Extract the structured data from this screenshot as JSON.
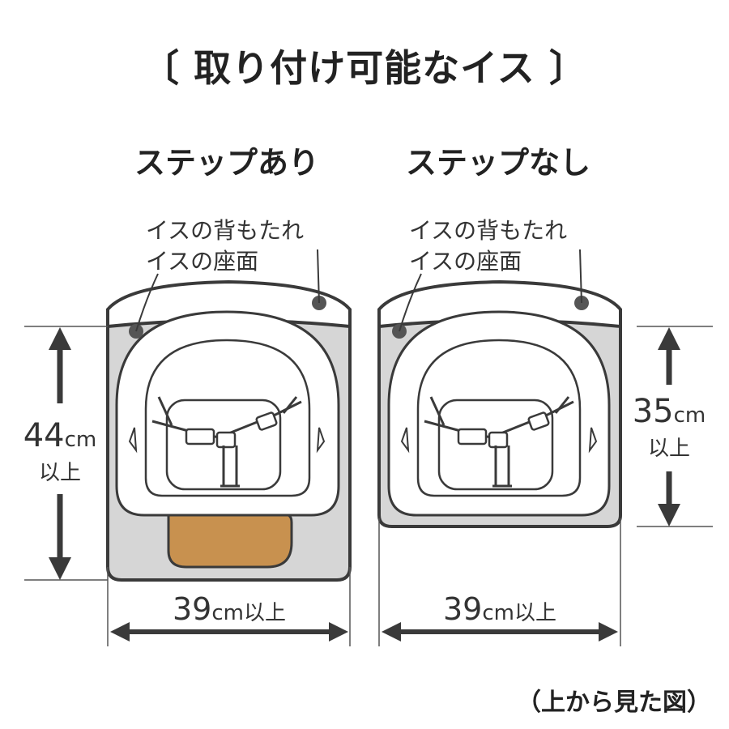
{
  "title": "〔 取り付け可能なイス 〕",
  "left": {
    "subtitle": "ステップあり",
    "callout_backrest": "イスの背もたれ",
    "callout_seat": "イスの座面",
    "depth_value": "44",
    "depth_unit": "cm",
    "depth_suffix": "以上",
    "width_value": "39",
    "width_unit": "cm以上"
  },
  "right": {
    "subtitle": "ステップなし",
    "callout_backrest": "イスの背もたれ",
    "callout_seat": "イスの座面",
    "depth_value": "35",
    "depth_unit": "cm",
    "depth_suffix": "以上",
    "width_value": "39",
    "width_unit": "cm以上"
  },
  "footer": "（上から見た図）",
  "colors": {
    "chair_fill": "#d6d6d6",
    "outline": "#3a3a3a",
    "step_fill": "#c8914f",
    "booster_fill": "#ffffff"
  }
}
